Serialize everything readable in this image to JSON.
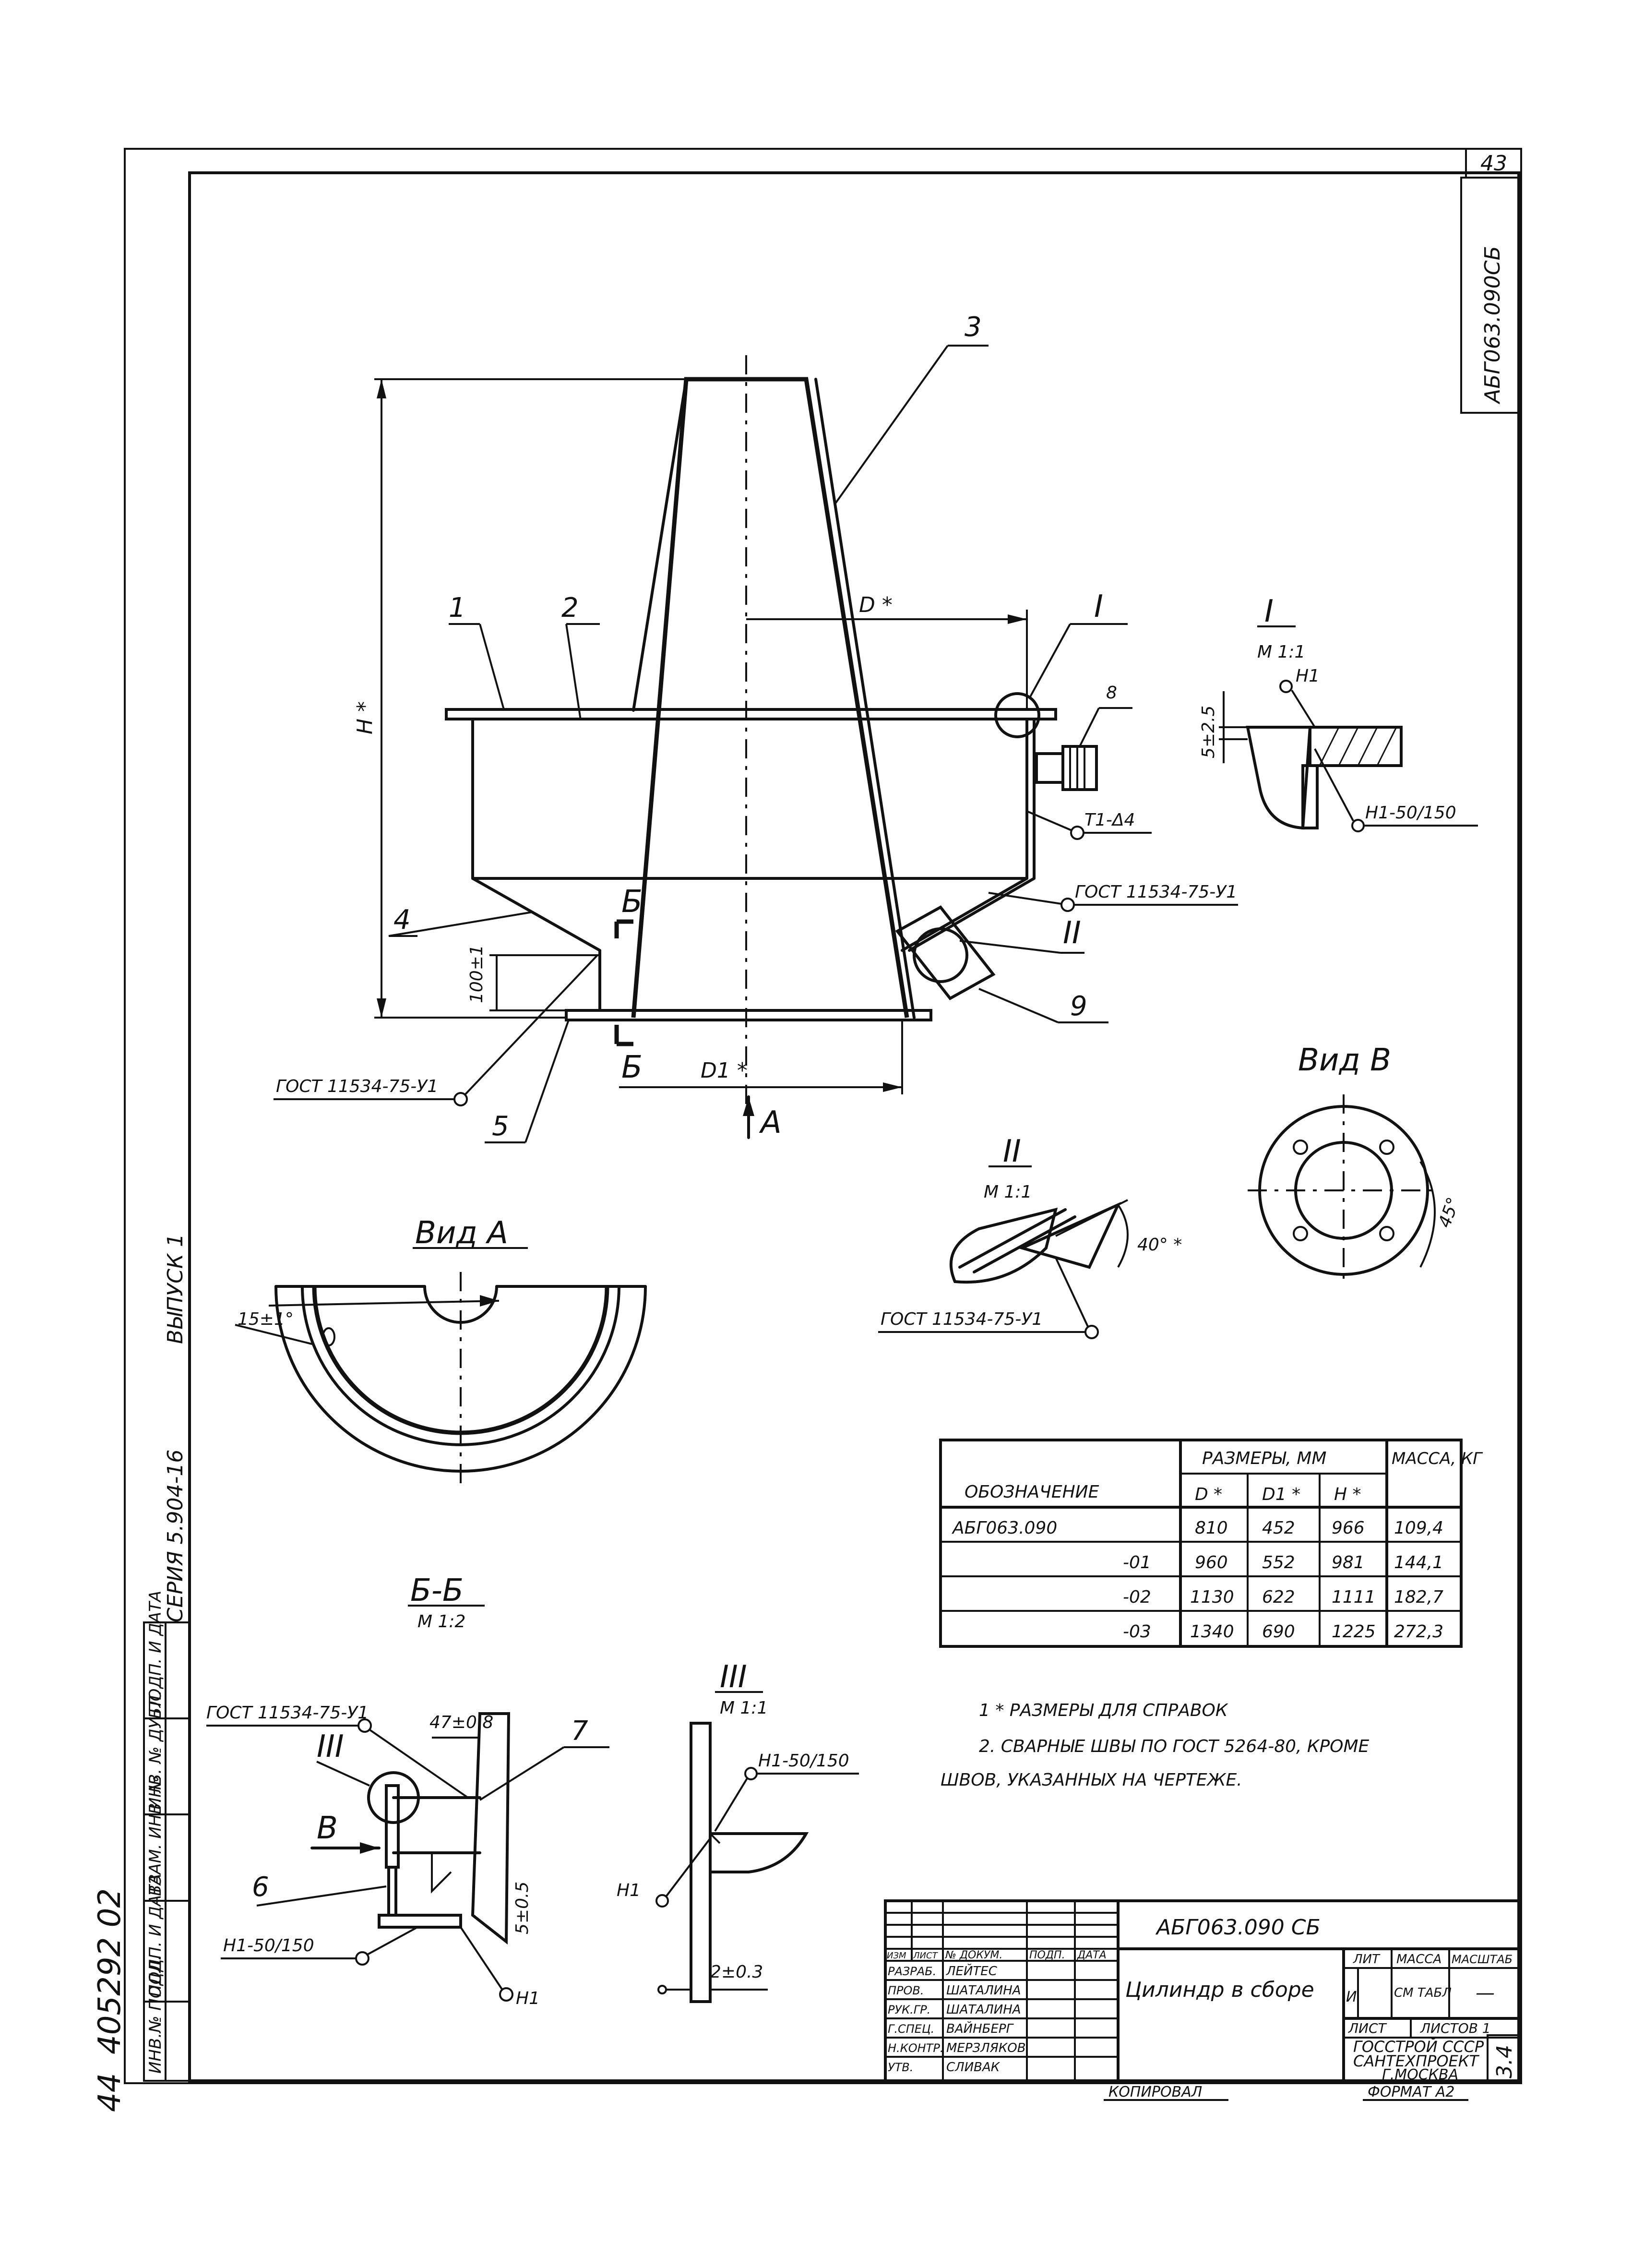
{
  "sheet": {
    "page_number": "43",
    "corner_code": "АБГ063.090СБ",
    "side_marks": {
      "series": "СЕРИЯ 5.904-16",
      "issue": "ВЫПУСК 1",
      "bottom_number": "44",
      "album_number": "405292 02",
      "right_corner": "3.4"
    }
  },
  "main_view": {
    "dimensions": {
      "H": "H *",
      "D": "D *",
      "D1": "D1 *",
      "h100": "100±1",
      "t71": "T1-Δ4"
    },
    "callouts": [
      "1",
      "2",
      "3",
      "4",
      "5",
      "8",
      "9"
    ],
    "section_mark": "Б",
    "view_arrow": "A",
    "gost_main_right": "ГОСТ 11534-75-У1",
    "gost_main_left": "ГОСТ 11534-75-У1",
    "detail_I_marker": "I",
    "detail_II_marker": "II"
  },
  "detail_I": {
    "title": "I",
    "scale": "М 1:1",
    "weld_top": "Н1",
    "weld_bottom": "Н1-50/150",
    "dim": "5±2.5"
  },
  "detail_II": {
    "title": "II",
    "scale": "М 1:1",
    "angle": "40° *",
    "gost": "ГОСТ 11534-75-У1"
  },
  "view_V": {
    "title": "Вид В",
    "angle": "45°"
  },
  "view_A": {
    "title": "Вид А",
    "angle": "15±1°"
  },
  "section_BB": {
    "title": "Б-Б",
    "scale": "М 1:2",
    "gost": "ГОСТ 11534-75-У1",
    "dim_top": "47±0.8",
    "dim_side": "5±0.5",
    "detail_III_marker": "III",
    "callouts": [
      "7",
      "6"
    ],
    "view_mark": "В",
    "weld": "Н1-50/150",
    "weld_H1": "Н1"
  },
  "detail_III": {
    "title": "III",
    "scale": "М 1:1",
    "weld_top": "Н1-50/150",
    "weld_left": "Н1",
    "dim": "2±0.3"
  },
  "table": {
    "header_group": "РАЗМЕРЫ, ММ",
    "header_mass": "МАССА, КГ",
    "col_designation": "ОБОЗНАЧЕНИЕ",
    "col_D": "D *",
    "col_D1": "D1 *",
    "col_H": "H *",
    "rows": [
      {
        "designation": "АБГ063.090",
        "D": "810",
        "D1": "452",
        "H": "966",
        "mass": "109,4"
      },
      {
        "designation": "-01",
        "D": "960",
        "D1": "552",
        "H": "981",
        "mass": "144,1"
      },
      {
        "designation": "-02",
        "D": "1130",
        "D1": "622",
        "H": "1111",
        "mass": "182,7"
      },
      {
        "designation": "-03",
        "D": "1340",
        "D1": "690",
        "H": "1225",
        "mass": "272,3"
      }
    ]
  },
  "notes": [
    "1 * РАЗМЕРЫ ДЛЯ СПРАВОК",
    "2. СВАРНЫЕ ШВЫ ПО ГОСТ 5264-80, КРОМЕ",
    "ШВОВ, УКАЗАННЫХ НА ЧЕРТЕЖЕ."
  ],
  "title_block": {
    "designation": "АБГ063.090 СБ",
    "name": "Цилиндр в сборе",
    "lit_label": "ЛИТ",
    "mass_label": "МАССА",
    "scale_label": "МАСШТАБ",
    "lit_value": "И",
    "mass_value": "СМ ТАБЛ",
    "scale_value": "—",
    "sheet_label": "ЛИСТ",
    "sheets_label": "ЛИСТОВ 1",
    "org1": "ГОССТРОЙ СССР",
    "org2": "САНТЕХПРОЕКТ",
    "org3": "Г.МОСКВА",
    "col_headers": [
      "ИЗМ",
      "ЛИСТ",
      "№ ДОКУМ.",
      "ПОДП.",
      "ДАТА"
    ],
    "roles": [
      {
        "role": "РАЗРАБ.",
        "name": "ЛЕЙТЕС"
      },
      {
        "role": "ПРОВ.",
        "name": "ШАТАЛИНА"
      },
      {
        "role": "РУК.ГР.",
        "name": "ШАТАЛИНА"
      },
      {
        "role": "Г.СПЕЦ.",
        "name": "ВАЙНБЕРГ"
      },
      {
        "role": "Н.КОНТР.",
        "name": "МЕРЗЛЯКОВ"
      },
      {
        "role": "УТВ.",
        "name": "СЛИВАК"
      }
    ],
    "copied": "КОПИРОВАЛ",
    "format": "ФОРМАТ А2"
  },
  "left_strip": [
    "ИНВ.№ ПОДЛ.",
    "ПОДП. И ДАТА",
    "ВЗАМ. ИНВ. №",
    "ИНВ. № ДУБЛ.",
    "ПОДП. И ДАТА"
  ]
}
